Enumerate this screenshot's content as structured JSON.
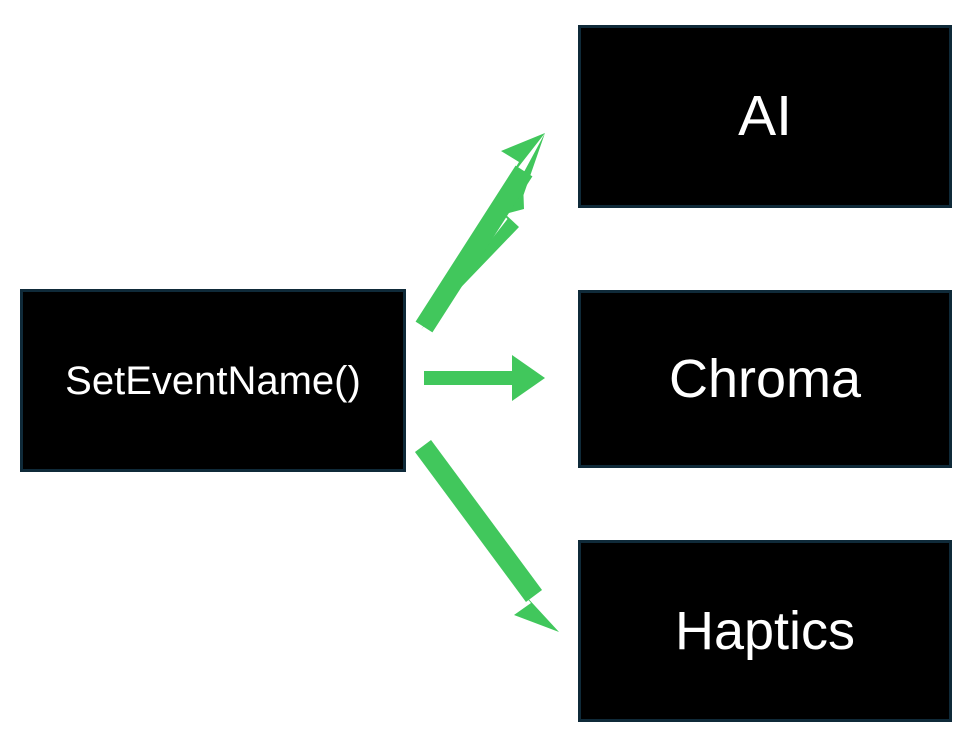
{
  "diagram": {
    "title": "SetEventName dispatch diagram",
    "background_color": "#ffffff",
    "node_fill": "#000000",
    "node_border": "#0f2a39",
    "node_text_color": "#ffffff",
    "edge_color": "#41c75c",
    "nodes": [
      {
        "id": "source",
        "label": "SetEventName()",
        "role": "source"
      },
      {
        "id": "ai",
        "label": "AI",
        "role": "target"
      },
      {
        "id": "chroma",
        "label": "Chroma",
        "role": "target"
      },
      {
        "id": "haptics",
        "label": "Haptics",
        "role": "target"
      }
    ],
    "edges": [
      {
        "id": "source-to-ai",
        "from": "source",
        "to": "ai",
        "direction": "up-right",
        "arrow": "arrow-up-right-icon"
      },
      {
        "id": "source-to-chroma",
        "from": "source",
        "to": "chroma",
        "direction": "right",
        "arrow": "arrow-right-icon"
      },
      {
        "id": "source-to-haptics",
        "from": "source",
        "to": "haptics",
        "direction": "down-right",
        "arrow": "arrow-down-right-icon"
      }
    ]
  }
}
